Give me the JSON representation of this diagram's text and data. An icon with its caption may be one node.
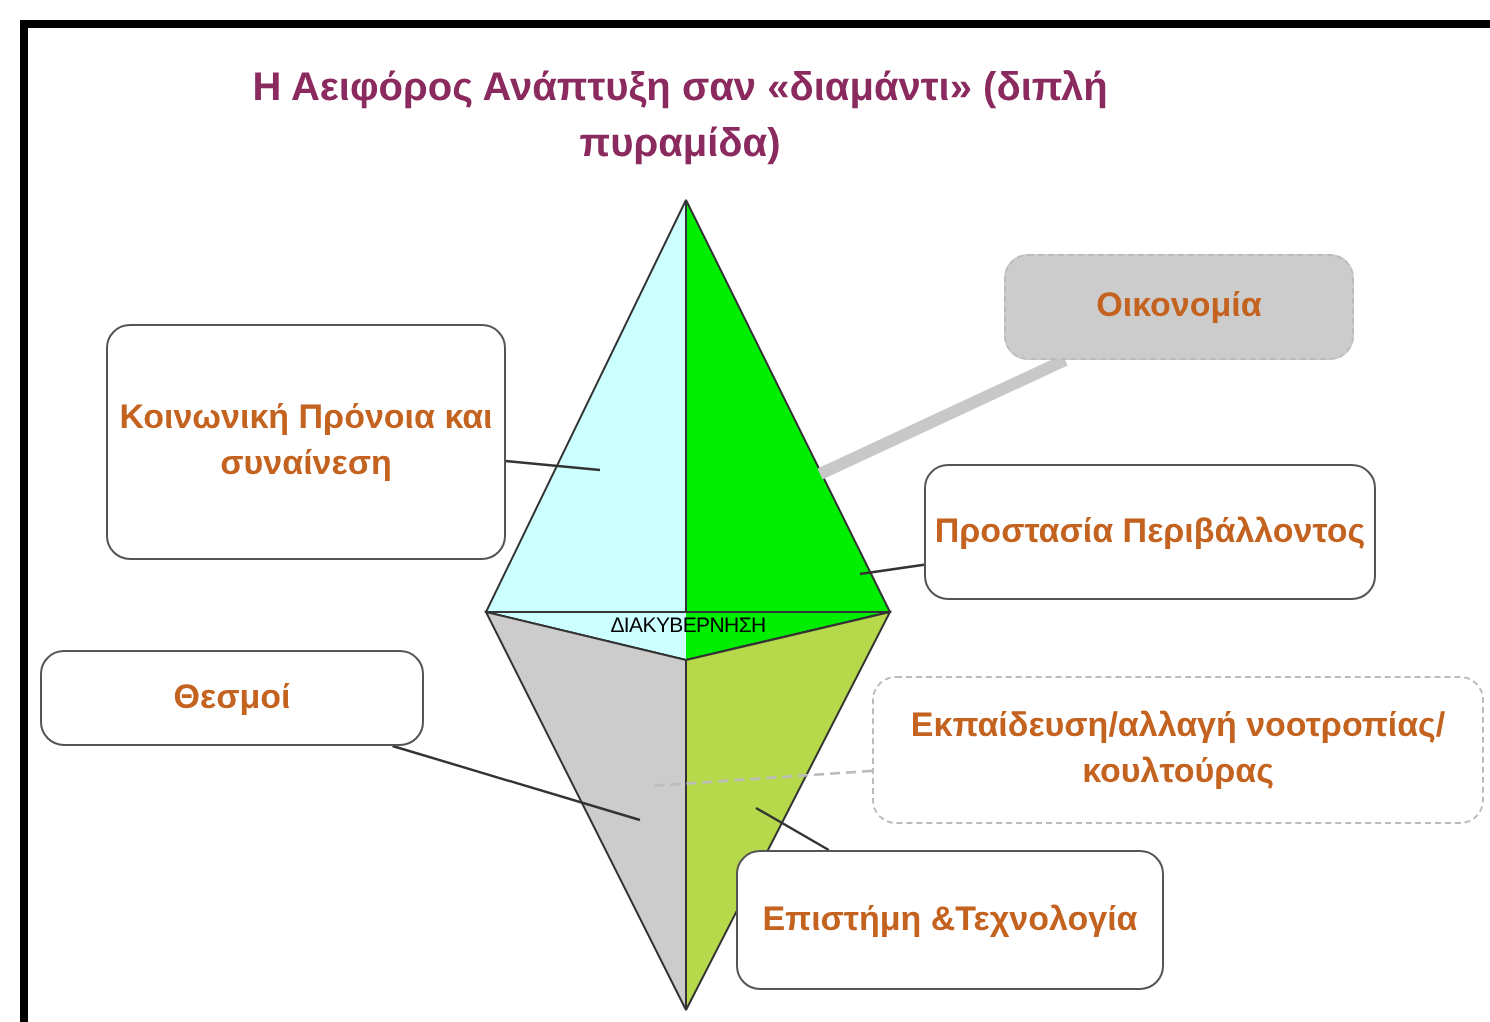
{
  "diagram": {
    "title": "Η Αειφόρος Ανάπτυξη σαν «διαμάντι» (διπλή πυραμίδα)",
    "nodes": [
      {
        "text": [],
        "shape": "triangle"
      },
      {
        "text": [],
        "shape": "triangle"
      },
      {
        "text": [
          "ΔΙΑΚΥΒΕΡΝΗΣΗ"
        ]
      },
      {
        "text": [],
        "shape": "triangle"
      },
      {
        "text": [],
        "shape": "triangle"
      },
      {
        "text": [
          "Κοινωνική Πρόνοια και συναίνεση"
        ]
      },
      {
        "text": [
          "Οικονομία"
        ]
      },
      {
        "text": [
          "Προστασία Περιβάλλοντος"
        ]
      },
      {
        "text": [
          "Θεσμοί"
        ]
      },
      {
        "text": [
          "Εκπαίδευση/αλλαγή νοοτροπίας/κουλτούρας"
        ]
      },
      {
        "text": [
          "Επιστήμη &Τεχνολογία"
        ]
      }
    ],
    "edges": [
      {
        "from": 5,
        "to": 0,
        "arrow": "none"
      },
      {
        "from": 6,
        "to": 1,
        "arrow": "none",
        "style": "thick",
        "color": "#c8c8c8"
      },
      {
        "from": 7,
        "to": 1,
        "arrow": "none"
      },
      {
        "from": 8,
        "to": 3,
        "arrow": "none"
      },
      {
        "from": 9,
        "to": 3,
        "arrow": "none",
        "style": "dashed",
        "color": "#bbbbbb"
      },
      {
        "from": 10,
        "to": 4,
        "arrow": "none"
      }
    ]
  }
}
